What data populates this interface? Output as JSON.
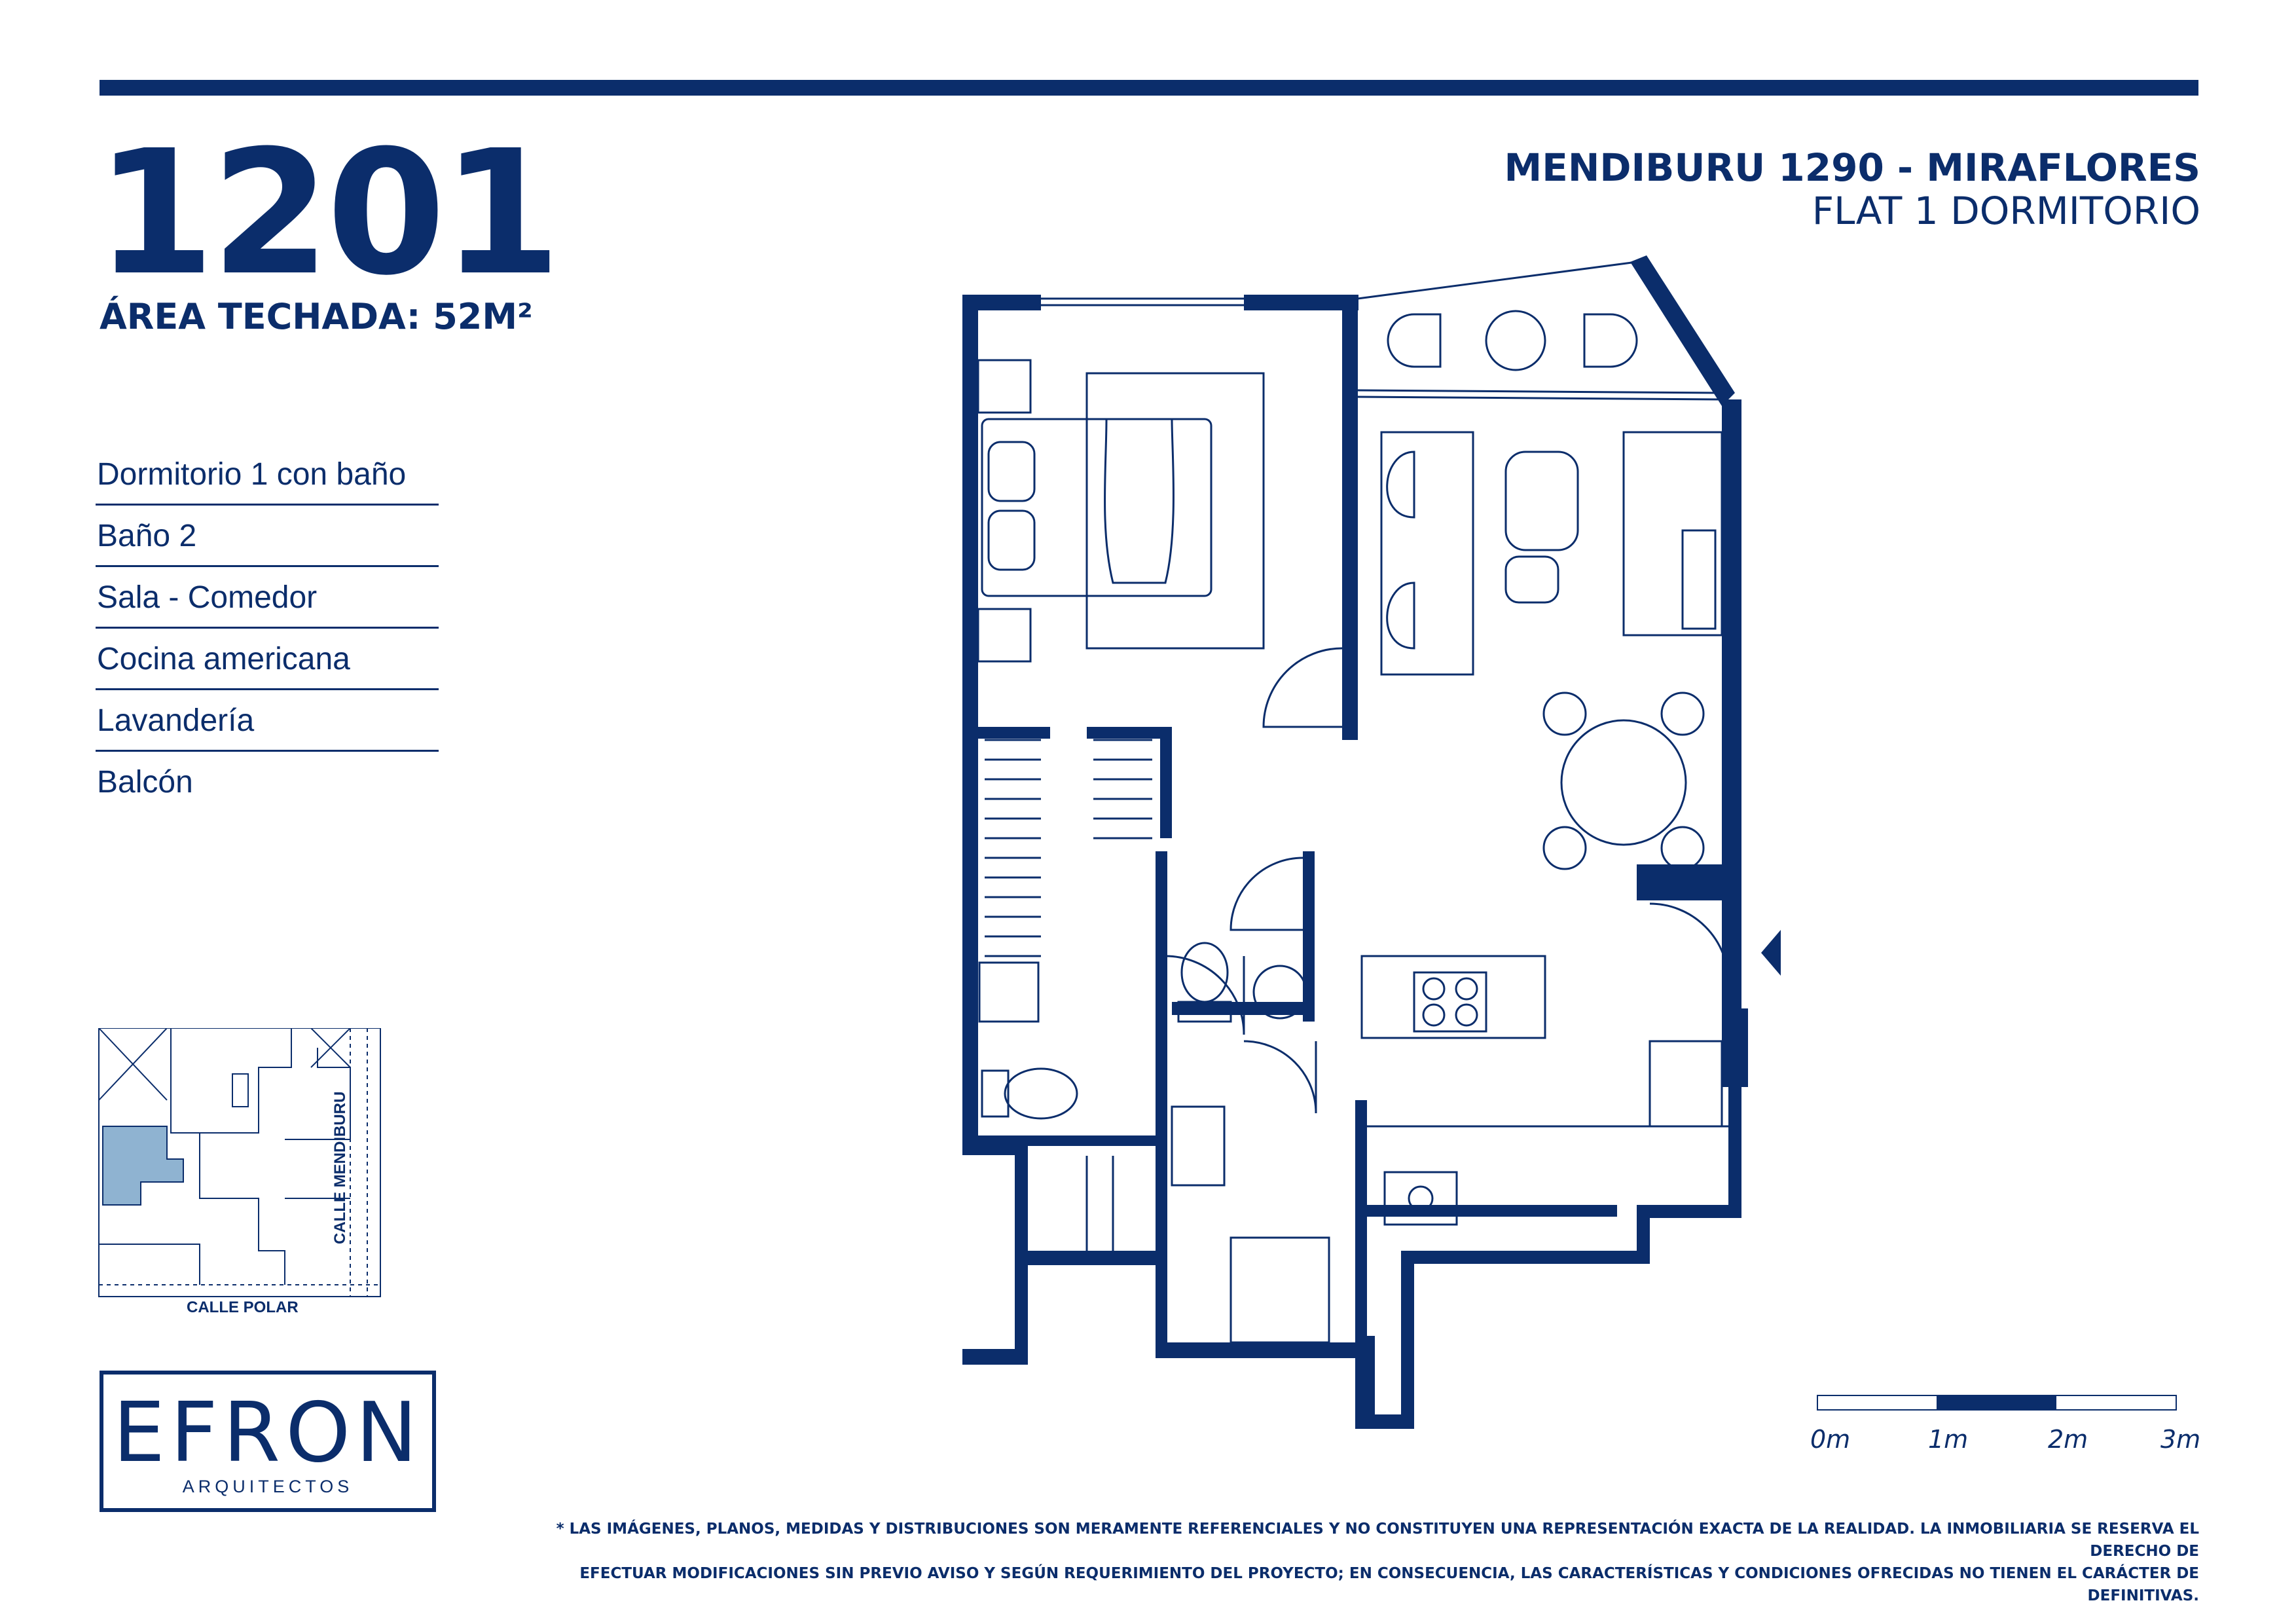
{
  "header": {
    "unit_number": "1201",
    "area": "ÁREA TECHADA: 52M²",
    "project": "MENDIBURU 1290 - MIRAFLORES",
    "unit_type": "FLAT 1 DORMITORIO"
  },
  "rooms": [
    "Dormitorio 1 con baño",
    "Baño 2",
    "Sala - Comedor",
    "Cocina americana",
    "Lavandería",
    "Balcón"
  ],
  "locator": {
    "street_vertical": "CALLE MENDIBURU",
    "street_horizontal": "CALLE POLAR"
  },
  "logo": {
    "name": "EFRON",
    "tagline": "ARQUITECTOS"
  },
  "scale": {
    "labels": [
      "0m",
      "1m",
      "2m",
      "3m"
    ]
  },
  "disclaimer": {
    "line1": "* LAS IMÁGENES, PLANOS, MEDIDAS Y DISTRIBUCIONES SON MERAMENTE REFERENCIALES Y NO CONSTITUYEN UNA REPRESENTACIÓN EXACTA DE LA REALIDAD. LA INMOBILIARIA SE RESERVA EL DERECHO DE",
    "line2": "EFECTUAR MODIFICACIONES SIN PREVIO AVISO Y SEGÚN REQUERIMIENTO DEL PROYECTO; EN CONSECUENCIA, LAS CARACTERÍSTICAS Y CONDICIONES OFRECIDAS NO TIENEN EL CARÁCTER DE DEFINITIVAS."
  },
  "colors": {
    "brand": "#0b2d6b",
    "highlight": "#8fb3d1"
  }
}
